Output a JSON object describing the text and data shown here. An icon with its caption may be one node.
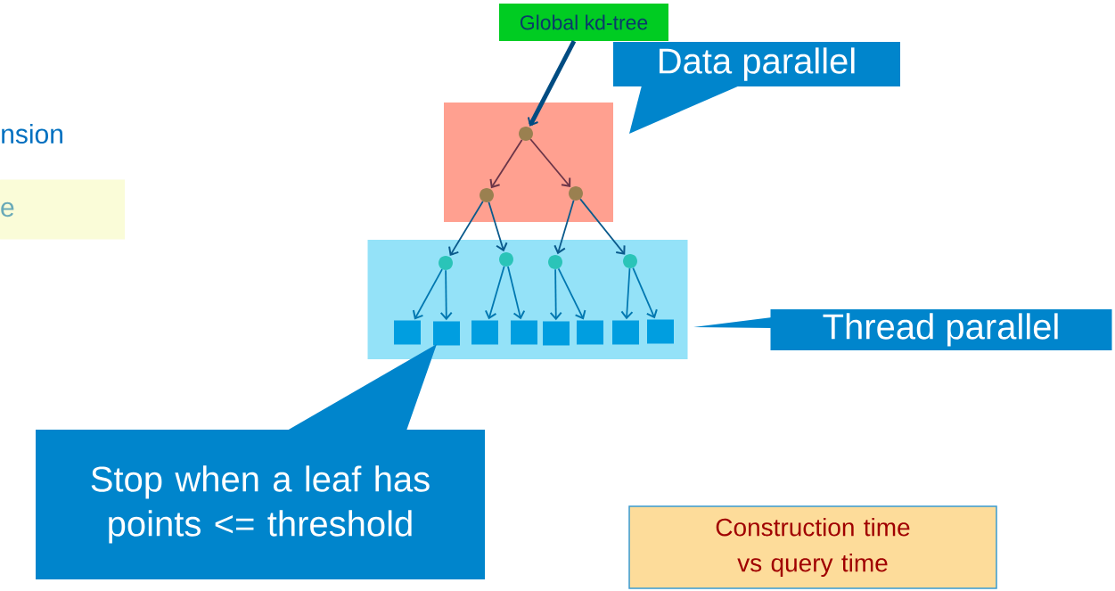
{
  "diagram": {
    "nodes": [
      {
        "text": [
          "Global kd-tree"
        ]
      },
      {
        "text": [],
        "shape": "box"
      },
      {
        "text": [],
        "shape": "circle",
        "in": 1
      },
      {
        "text": [],
        "shape": "circle",
        "in": 1
      },
      {
        "text": [],
        "shape": "circle",
        "in": 1
      },
      {
        "text": [],
        "shape": "box"
      },
      {
        "text": [],
        "shape": "circle",
        "in": 5
      },
      {
        "text": [],
        "shape": "circle",
        "in": 5
      },
      {
        "text": [],
        "shape": "circle",
        "in": 5
      },
      {
        "text": [],
        "shape": "circle",
        "in": 5
      },
      {
        "text": [],
        "shape": "box",
        "in": 5
      },
      {
        "text": [],
        "shape": "box",
        "in": 5
      },
      {
        "text": [],
        "shape": "box",
        "in": 5
      },
      {
        "text": [],
        "shape": "box",
        "in": 5
      },
      {
        "text": [],
        "shape": "box",
        "in": 5
      },
      {
        "text": [],
        "shape": "box",
        "in": 5
      },
      {
        "text": [],
        "shape": "box",
        "in": 5
      },
      {
        "text": [],
        "shape": "box",
        "in": 5
      },
      {
        "text": [
          "Data parallel"
        ]
      },
      {
        "text": [
          "Thread parallel"
        ]
      },
      {
        "text": [
          "Stop when a leaf has points <= threshold"
        ]
      },
      {
        "text": [
          "Construction time vs query time"
        ]
      },
      {
        "text": [
          "e"
        ]
      }
    ],
    "edges": [
      {
        "from": 0,
        "to": 2,
        "arrow": "to",
        "style": "thick",
        "color": "#004c82"
      },
      {
        "from": 2,
        "to": 3,
        "arrow": "to",
        "color": "#6b3548"
      },
      {
        "from": 2,
        "to": 4,
        "arrow": "to",
        "color": "#6b3548"
      },
      {
        "from": 3,
        "to": 6,
        "arrow": "to",
        "color": "#0a5a8c"
      },
      {
        "from": 3,
        "to": 7,
        "arrow": "to",
        "color": "#0a5a8c"
      },
      {
        "from": 4,
        "to": 8,
        "arrow": "to",
        "color": "#0a5a8c"
      },
      {
        "from": 4,
        "to": 9,
        "arrow": "to",
        "color": "#0a5a8c"
      },
      {
        "from": 6,
        "to": 10,
        "arrow": "to"
      },
      {
        "from": 6,
        "to": 11,
        "arrow": "to"
      },
      {
        "from": 7,
        "to": 12,
        "arrow": "to"
      },
      {
        "from": 7,
        "to": 13,
        "arrow": "to"
      },
      {
        "from": 8,
        "to": 14,
        "arrow": "to"
      },
      {
        "from": 8,
        "to": 15,
        "arrow": "to"
      },
      {
        "from": 9,
        "to": 16,
        "arrow": "to"
      },
      {
        "from": 9,
        "to": 17,
        "arrow": "to"
      }
    ],
    "labels": [
      "nsion"
    ]
  }
}
